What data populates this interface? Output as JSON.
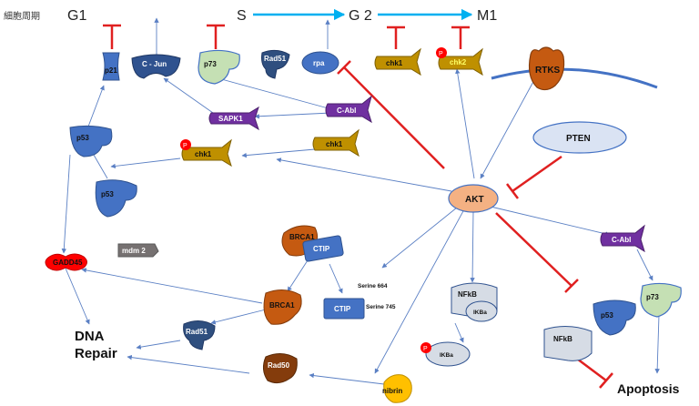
{
  "cell_cycle": {
    "side_label": "細胞周期",
    "g1": "G1",
    "s": "S",
    "g2": "G 2",
    "m1": "M1"
  },
  "proteins": {
    "p21": "p21",
    "c_jun": "C - Jun",
    "p73_top": "p73",
    "rad51_top": "Rad51",
    "rpa": "rpa",
    "chk1_top": "chk1",
    "chk2": "chk2",
    "rtks": "RTKS",
    "sapk1": "SAPK1",
    "c_abl_top": "C-Abl",
    "pten": "PTEN",
    "p53_upper": "p53",
    "chk1_mid": "chk1",
    "chk1_right": "chk1",
    "p53_lower": "p53",
    "akt": "AKT",
    "brca1_top": "BRCA1",
    "ctip_top": "CTIP",
    "c_abl_right": "C-Abl",
    "gadd45": "GADD45",
    "mdm2": "mdm 2",
    "serine664": "Serine 664",
    "serine745": "Serine 745",
    "ctip_bottom": "CTIP",
    "nfkb_center": "NFkB",
    "ikba_center": "IKBa",
    "p73_right": "p73",
    "brca1_bottom": "BRCA1",
    "p53_right": "p53",
    "rad51_bottom": "Rad51",
    "nfkb_right": "NFkB",
    "ikba_p": "IKBa",
    "rad50": "Rad50",
    "nibrin": "nibrin",
    "phospho": "P"
  },
  "outcomes": {
    "dna": "DNA",
    "repair": "Repair",
    "apoptosis": "Apoptosis"
  },
  "colors": {
    "blue": "#4472c4",
    "dark_blue": "#2f4f7f",
    "gold": "#c09000",
    "purple": "#7030a0",
    "orange": "#c55a11",
    "inhibit": "#e02020",
    "arrow": "#5b80c4",
    "cycle": "#00b0f0"
  }
}
